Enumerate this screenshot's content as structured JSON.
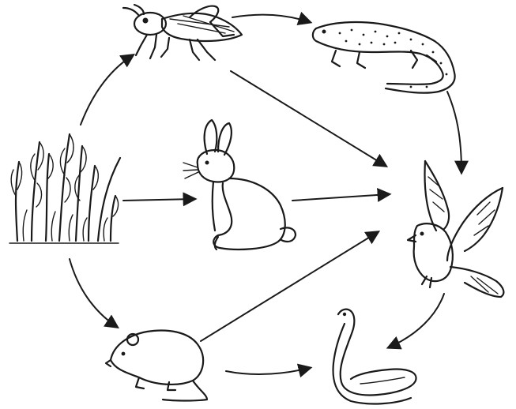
{
  "diagram": {
    "type": "food-web",
    "organisms": [
      {
        "id": "grass",
        "icon": "grass-icon"
      },
      {
        "id": "grasshopper",
        "icon": "grasshopper-icon"
      },
      {
        "id": "lizard",
        "icon": "lizard-icon"
      },
      {
        "id": "rabbit",
        "icon": "rabbit-icon"
      },
      {
        "id": "hawk",
        "icon": "hawk-icon"
      },
      {
        "id": "rat",
        "icon": "rat-icon"
      },
      {
        "id": "snake",
        "icon": "snake-icon"
      }
    ],
    "links": [
      {
        "from": "grass",
        "to": "grasshopper"
      },
      {
        "from": "grass",
        "to": "rabbit"
      },
      {
        "from": "grass",
        "to": "rat"
      },
      {
        "from": "grasshopper",
        "to": "lizard"
      },
      {
        "from": "grasshopper",
        "to": "hawk"
      },
      {
        "from": "lizard",
        "to": "hawk"
      },
      {
        "from": "rabbit",
        "to": "hawk"
      },
      {
        "from": "rat",
        "to": "hawk"
      },
      {
        "from": "rat",
        "to": "snake"
      },
      {
        "from": "hawk",
        "to": "snake"
      }
    ]
  }
}
